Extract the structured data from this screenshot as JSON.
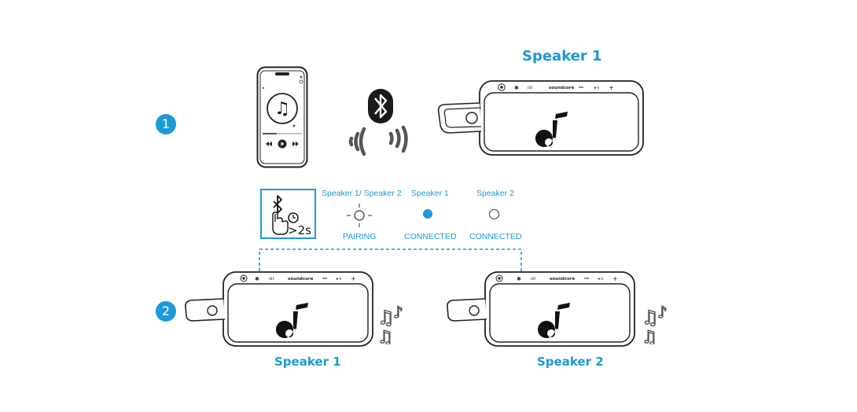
{
  "steps": [
    "1",
    "2"
  ],
  "top_speaker_title": "Speaker 1",
  "bottom_left_title": "Speaker 1",
  "bottom_right_title": "Speaker 2",
  "hold_time": ">2s",
  "indicators": [
    {
      "header": "Speaker 1/ Speaker 2",
      "status": "PAIRING",
      "light": "flashing"
    },
    {
      "header": "Speaker 1",
      "status": "CONNECTED",
      "light": "solid-blue"
    },
    {
      "header": "Speaker 2",
      "status": "CONNECTED",
      "light": "solid-white"
    }
  ],
  "speaker_panel": {
    "brand": "soundcore",
    "minus": "—",
    "playpause": "▸॥",
    "plus": "+"
  },
  "colors": {
    "accent": "#1c9ad6",
    "outline": "#222222"
  },
  "icons": [
    "phone-music-icon",
    "bluetooth-icon",
    "sound-wave-icon",
    "bluetooth-button-press-icon",
    "clock-icon",
    "music-notes-icon",
    "dashed-link-line"
  ]
}
